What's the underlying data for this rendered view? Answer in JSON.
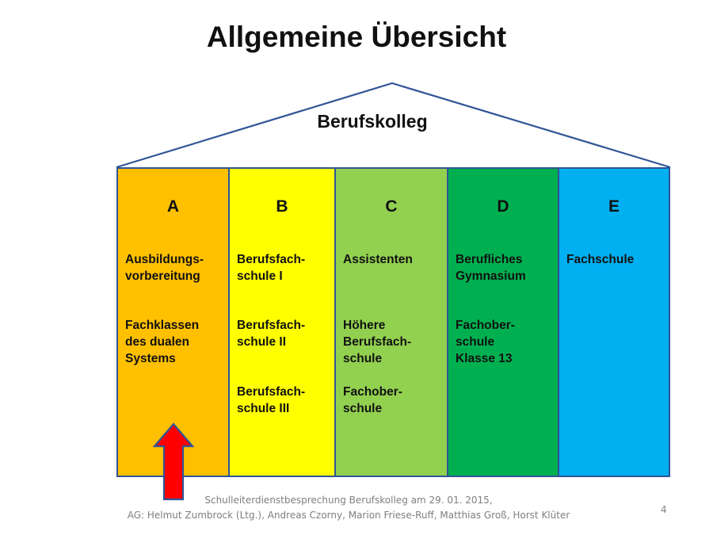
{
  "slide": {
    "title": "Allgemeine Übersicht",
    "roof_label": "Berufskolleg",
    "columns": [
      {
        "letter": "A",
        "color": "#FFC000",
        "items": [
          "Ausbildungs-\nvorbereitung",
          "Fachklassen\ndes dualen\nSystems",
          ""
        ]
      },
      {
        "letter": "B",
        "color": "#FFFF00",
        "items": [
          "Berufsfach-\nschule I",
          "Berufsfach-\nschule II",
          "Berufsfach-\nschule III"
        ]
      },
      {
        "letter": "C",
        "color": "#92D050",
        "items": [
          "Assistenten",
          "Höhere\nBerufsfach-\nschule",
          "Fachober-\nschule"
        ]
      },
      {
        "letter": "D",
        "color": "#00B050",
        "items": [
          "Berufliches\nGymnasium",
          "Fachober-\nschule\nKlasse 13",
          ""
        ]
      },
      {
        "letter": "E",
        "color": "#00B0F0",
        "items": [
          "Fachschule",
          "",
          ""
        ]
      }
    ],
    "arrow_color": "#FF0000",
    "footer_line1": "Schulleiterdienstbesprechung Berufskolleg am 29. 01. 2015,",
    "footer_line2": "AG: Helmut Zumbrock (Ltg.), Andreas Czorny, Marion Friese-Ruff, Matthias Groß, Horst Klüter",
    "page_number": "4"
  }
}
